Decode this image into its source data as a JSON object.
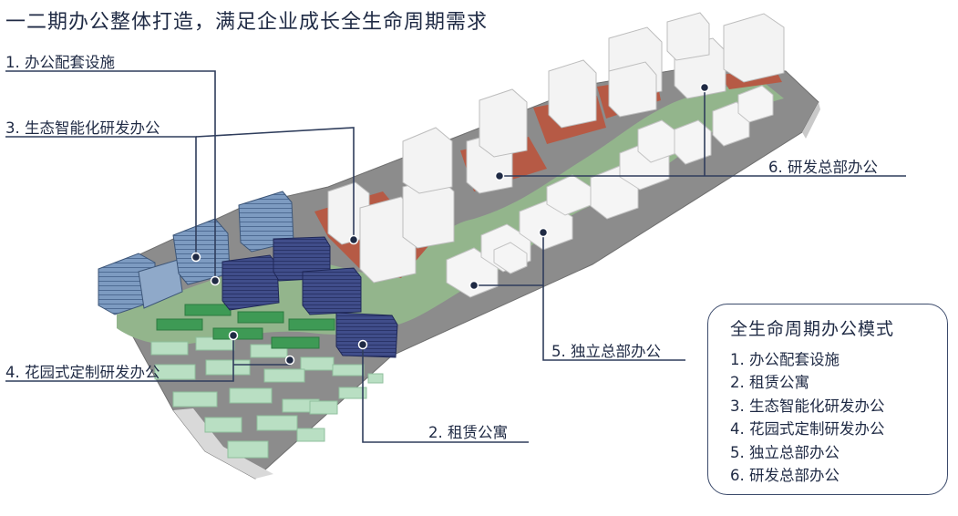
{
  "title": "一二期办公整体打造，满足企业成长全生命周期需求",
  "labels": {
    "l1": "1. 办公配套设施",
    "l2": "2. 租赁公寓",
    "l3": "3. 生态智能化研发办公",
    "l4": "4. 花园式定制研发办公",
    "l5": "5. 独立总部办公",
    "l6": "6. 研发总部办公"
  },
  "legend": {
    "title": "全生命周期办公模式",
    "items": [
      "1. 办公配套设施",
      "2. 租赁公寓",
      "3. 生态智能化研发办公",
      "4. 花园式定制研发办公",
      "5. 独立总部办公",
      "6. 研发总部办公"
    ]
  },
  "colors": {
    "text": "#1f2a44",
    "leader": "#2f3d5c",
    "site": "#8a8a8a",
    "green": "#93b58c",
    "blue_office": "#6f8db3",
    "navy": "#3d4a86",
    "dark_green": "#3f9a55",
    "mint": "#b6ddc0",
    "white_block": "#f2f2f2",
    "brick": "#b55a45"
  }
}
